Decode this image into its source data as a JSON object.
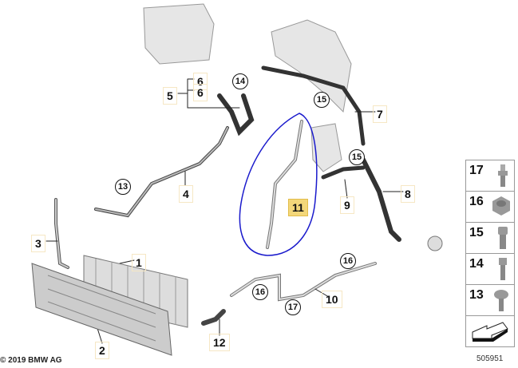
{
  "diagram": {
    "callouts": [
      {
        "id": "1",
        "label": "1"
      },
      {
        "id": "2",
        "label": "2"
      },
      {
        "id": "3",
        "label": "3"
      },
      {
        "id": "4",
        "label": "4"
      },
      {
        "id": "5",
        "label": "5"
      },
      {
        "id": "6a",
        "label": "6"
      },
      {
        "id": "6b",
        "label": "6"
      },
      {
        "id": "7",
        "label": "7"
      },
      {
        "id": "8",
        "label": "8"
      },
      {
        "id": "9",
        "label": "9"
      },
      {
        "id": "10",
        "label": "10"
      },
      {
        "id": "11",
        "label": "11",
        "highlighted": true
      },
      {
        "id": "12",
        "label": "12"
      }
    ],
    "circled_callouts": [
      {
        "label": "14"
      },
      {
        "label": "15"
      },
      {
        "label": "15"
      },
      {
        "label": "13"
      },
      {
        "label": "16"
      },
      {
        "label": "17"
      },
      {
        "label": "16"
      }
    ],
    "highlight_color": "#f3d77a",
    "selection_outline_color": "#1a1acc"
  },
  "legend": {
    "items": [
      {
        "number": "17",
        "icon": "stud-bolt-icon"
      },
      {
        "number": "16",
        "icon": "hex-nut-icon"
      },
      {
        "number": "15",
        "icon": "socket-screw-icon"
      },
      {
        "number": "14",
        "icon": "hex-bolt-icon"
      },
      {
        "number": "13",
        "icon": "torx-screw-icon"
      }
    ],
    "direction_icon": "front-arrow-icon"
  },
  "diagram_code": "505951",
  "copyright": "© 2019 BMW AG"
}
